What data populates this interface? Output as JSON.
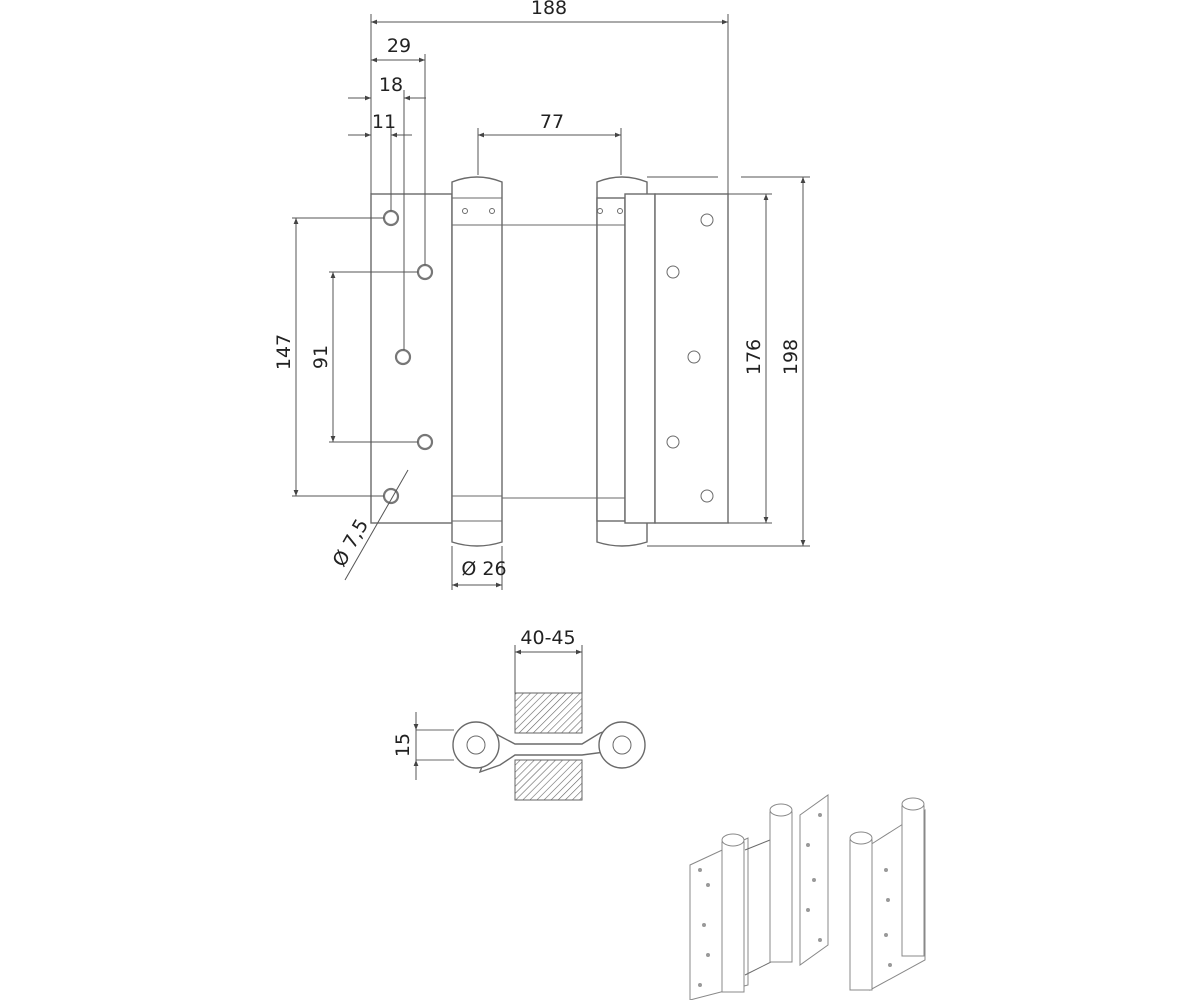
{
  "title": "Double-action spring hinge technical drawing",
  "dimensions": {
    "overall_width": "188",
    "width_29": "29",
    "width_18": "18",
    "width_11": "11",
    "knuckle_distance": "77",
    "hole_span_outer": "147",
    "hole_span_inner": "91",
    "hole_diameter": "Ø 7,5",
    "knuckle_diameter": "Ø 26",
    "plate_height": "176",
    "overall_height": "198",
    "door_thickness": "40-45",
    "leaf_offset": "15"
  },
  "colors": {
    "line": "#6a6a6a",
    "text": "#222222"
  }
}
